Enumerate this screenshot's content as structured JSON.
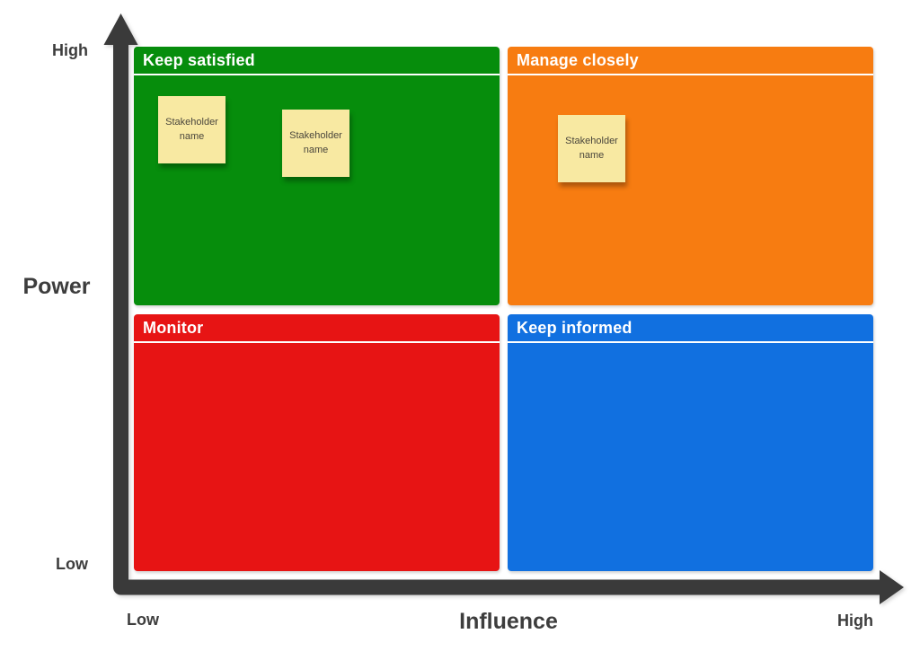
{
  "matrix": {
    "y_axis": {
      "label": "Power",
      "high": "High",
      "low": "Low"
    },
    "x_axis": {
      "label": "Influence",
      "low": "Low",
      "high": "High"
    },
    "axis_color": "#3a3a3a",
    "note_color": "#f8e9a2",
    "quadrants": {
      "top_left": {
        "title": "Keep satisfied",
        "color": "#068d0c",
        "power": "High",
        "influence": "Low"
      },
      "top_right": {
        "title": "Manage closely",
        "color": "#f77c11",
        "power": "High",
        "influence": "High"
      },
      "bottom_left": {
        "title": "Monitor",
        "color": "#e71414",
        "power": "Low",
        "influence": "Low"
      },
      "bottom_right": {
        "title": "Keep informed",
        "color": "#1170e0",
        "power": "Low",
        "influence": "High"
      }
    },
    "sticky_notes": [
      {
        "quadrant": "top_left",
        "label": "Stakeholder name"
      },
      {
        "quadrant": "top_left",
        "label": "Stakeholder name"
      },
      {
        "quadrant": "top_right",
        "label": "Stakeholder name"
      }
    ]
  }
}
